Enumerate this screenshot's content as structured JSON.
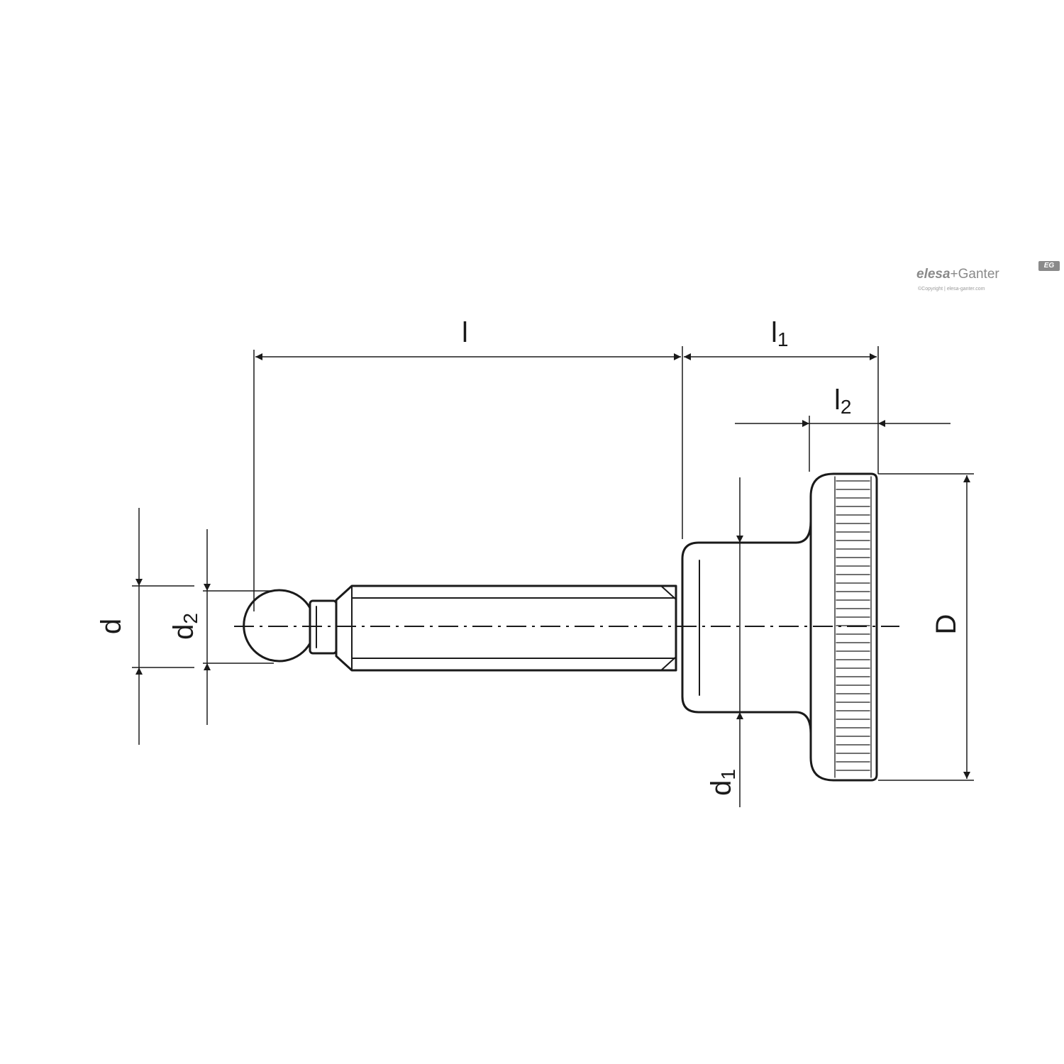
{
  "labels": {
    "l": "l",
    "l1_base": "l",
    "l1_sub": "1",
    "l2_base": "l",
    "l2_sub": "2",
    "d": "d",
    "d2_base": "d",
    "d2_sub": "2",
    "d1_base": "d",
    "d1_sub": "1",
    "D": "D"
  },
  "brand": {
    "logo_part1": "elesa",
    "logo_part2": "+Ganter",
    "badge": "EG",
    "copyright": "©Copyright | elesa-ganter.com"
  },
  "colors": {
    "line": "#1a1a1a",
    "brand_gray": "#8a8a8a"
  }
}
